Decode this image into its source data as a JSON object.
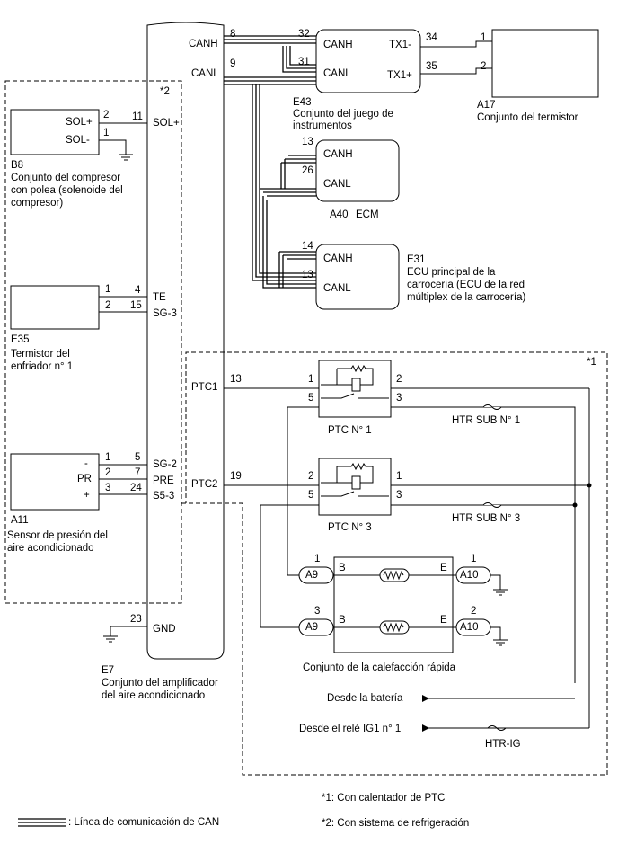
{
  "ecu_main": {
    "id": "E7",
    "name_line1": "Conjunto del amplificador",
    "name_line2": "del aire acondicionado",
    "pins": {
      "canh": "CANH",
      "canh_no": "8",
      "canl": "CANL",
      "canl_no": "9",
      "solp": "SOL+",
      "solp_no": "11",
      "te": "TE",
      "te_no": "4",
      "sg3": "SG-3",
      "sg3_no": "15",
      "sg2": "SG-2",
      "sg2_no": "5",
      "pre": "PRE",
      "pre_no": "7",
      "s53": "S5-3",
      "s53_no": "24",
      "ptc1": "PTC1",
      "ptc1_no": "13",
      "ptc2": "PTC2",
      "ptc2_no": "19",
      "gnd": "GND",
      "gnd_no": "23"
    }
  },
  "instruments": {
    "id": "E43",
    "name_line1": "Conjunto del juego de",
    "name_line2": "instrumentos",
    "canh": "CANH",
    "canh_no": "32",
    "canl": "CANL",
    "canl_no": "31",
    "tx1m": "TX1-",
    "tx1m_no": "34",
    "tx1p": "TX1+",
    "tx1p_no": "35"
  },
  "thermistor": {
    "id": "A17",
    "name": "Conjunto del termistor",
    "pin1": "1",
    "pin2": "2"
  },
  "ecm": {
    "id": "A40",
    "name": "ECM",
    "canh": "CANH",
    "canh_no": "13",
    "canl": "CANL",
    "canl_no": "26"
  },
  "body_ecu": {
    "id": "E31",
    "line1": "ECU principal de la",
    "line2": "carrocería (ECU de la red",
    "line3": "múltiplex de la carrocería)",
    "canh": "CANH",
    "canh_no": "14",
    "canl": "CANL",
    "canl_no": "13"
  },
  "compressor": {
    "id": "B8",
    "line1": "Conjunto del compresor",
    "line2": "con polea (solenoide del",
    "line3": "compresor)",
    "solp": "SOL+",
    "solp_no": "2",
    "solm": "SOL-",
    "solm_no": "1"
  },
  "coolant_thermistor": {
    "id": "E35",
    "line1": "Termistor del",
    "line2": "enfriador n° 1",
    "pin1": "1",
    "pin2": "2"
  },
  "pressure_sensor": {
    "id": "A11",
    "line1": "Sensor de presión del",
    "line2": "aire acondicionado",
    "minus": "-",
    "pr": "PR",
    "plus": "+",
    "p1": "1",
    "p2": "2",
    "p3": "3"
  },
  "ptc1": {
    "name": "PTC N° 1",
    "p1": "1",
    "p2": "2",
    "p3": "3",
    "p5": "5"
  },
  "ptc3": {
    "name": "PTC N° 3",
    "p1": "1",
    "p2": "2",
    "p3": "3",
    "p5": "5"
  },
  "fuses": {
    "htr_sub1": "HTR SUB N° 1",
    "htr_sub3": "HTR SUB N° 3",
    "htr_ig": "HTR-IG"
  },
  "heater": {
    "name": "Conjunto de la calefacción rápida",
    "a9": "A9",
    "a10": "A10",
    "b": "B",
    "e": "E",
    "a9_top": "1",
    "a10_top": "1",
    "a9_bot": "3",
    "a10_bot": "2"
  },
  "sources": {
    "battery": "Desde la batería",
    "ig1": "Desde el relé IG1 n° 1"
  },
  "notes": {
    "star1": "*1",
    "star2": "*2",
    "note1": "*1: Con calentador de PTC",
    "note2": "*2: Con sistema de refrigeración",
    "legend": ": Línea de comunicación de CAN"
  }
}
